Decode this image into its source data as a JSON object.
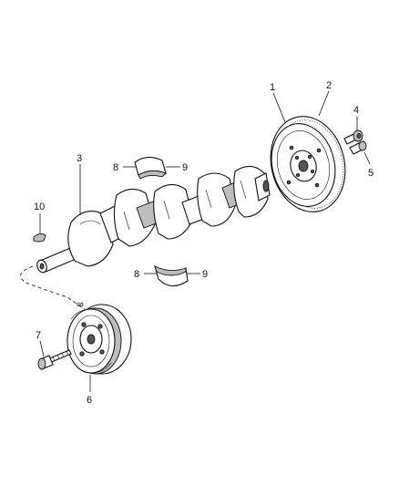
{
  "diagram": {
    "callouts": [
      {
        "id": "c1",
        "label": "1"
      },
      {
        "id": "c2",
        "label": "2"
      },
      {
        "id": "c3",
        "label": "3"
      },
      {
        "id": "c4",
        "label": "4"
      },
      {
        "id": "c5",
        "label": "5"
      },
      {
        "id": "c6",
        "label": "6"
      },
      {
        "id": "c7",
        "label": "7"
      },
      {
        "id": "c8a",
        "label": "8"
      },
      {
        "id": "c9a",
        "label": "9"
      },
      {
        "id": "c8b",
        "label": "8"
      },
      {
        "id": "c9b",
        "label": "9"
      },
      {
        "id": "c10",
        "label": "10"
      }
    ],
    "marker": "∞"
  }
}
